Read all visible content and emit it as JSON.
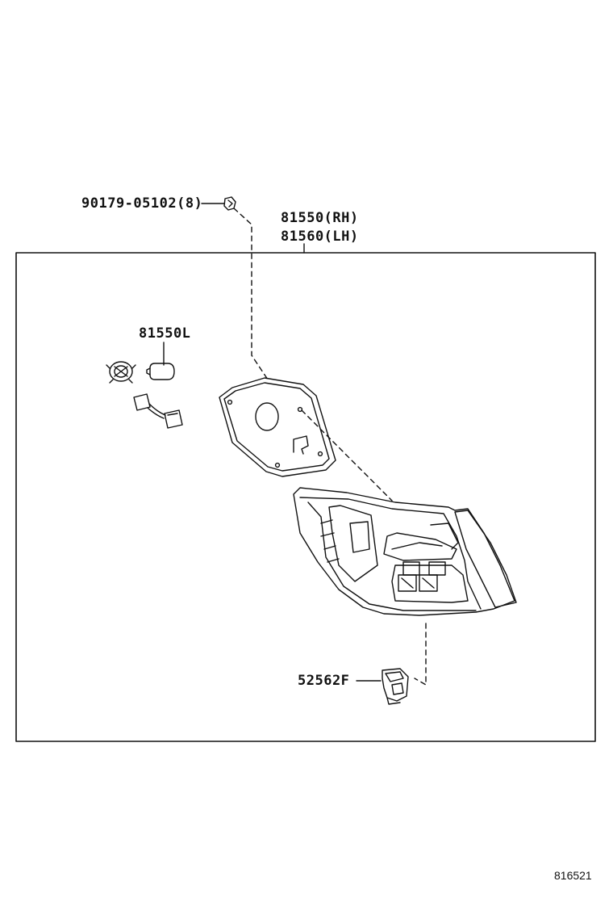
{
  "parts": {
    "clip": {
      "number": "90179-05102",
      "qty": "(8)"
    },
    "lamp_rh": "81550(RH)",
    "lamp_lh": "81560(LH)",
    "bulb": "81550L",
    "bracket": "52562F"
  },
  "footer": {
    "code": "816521"
  },
  "colors": {
    "line": "#111111",
    "background": "#ffffff"
  }
}
